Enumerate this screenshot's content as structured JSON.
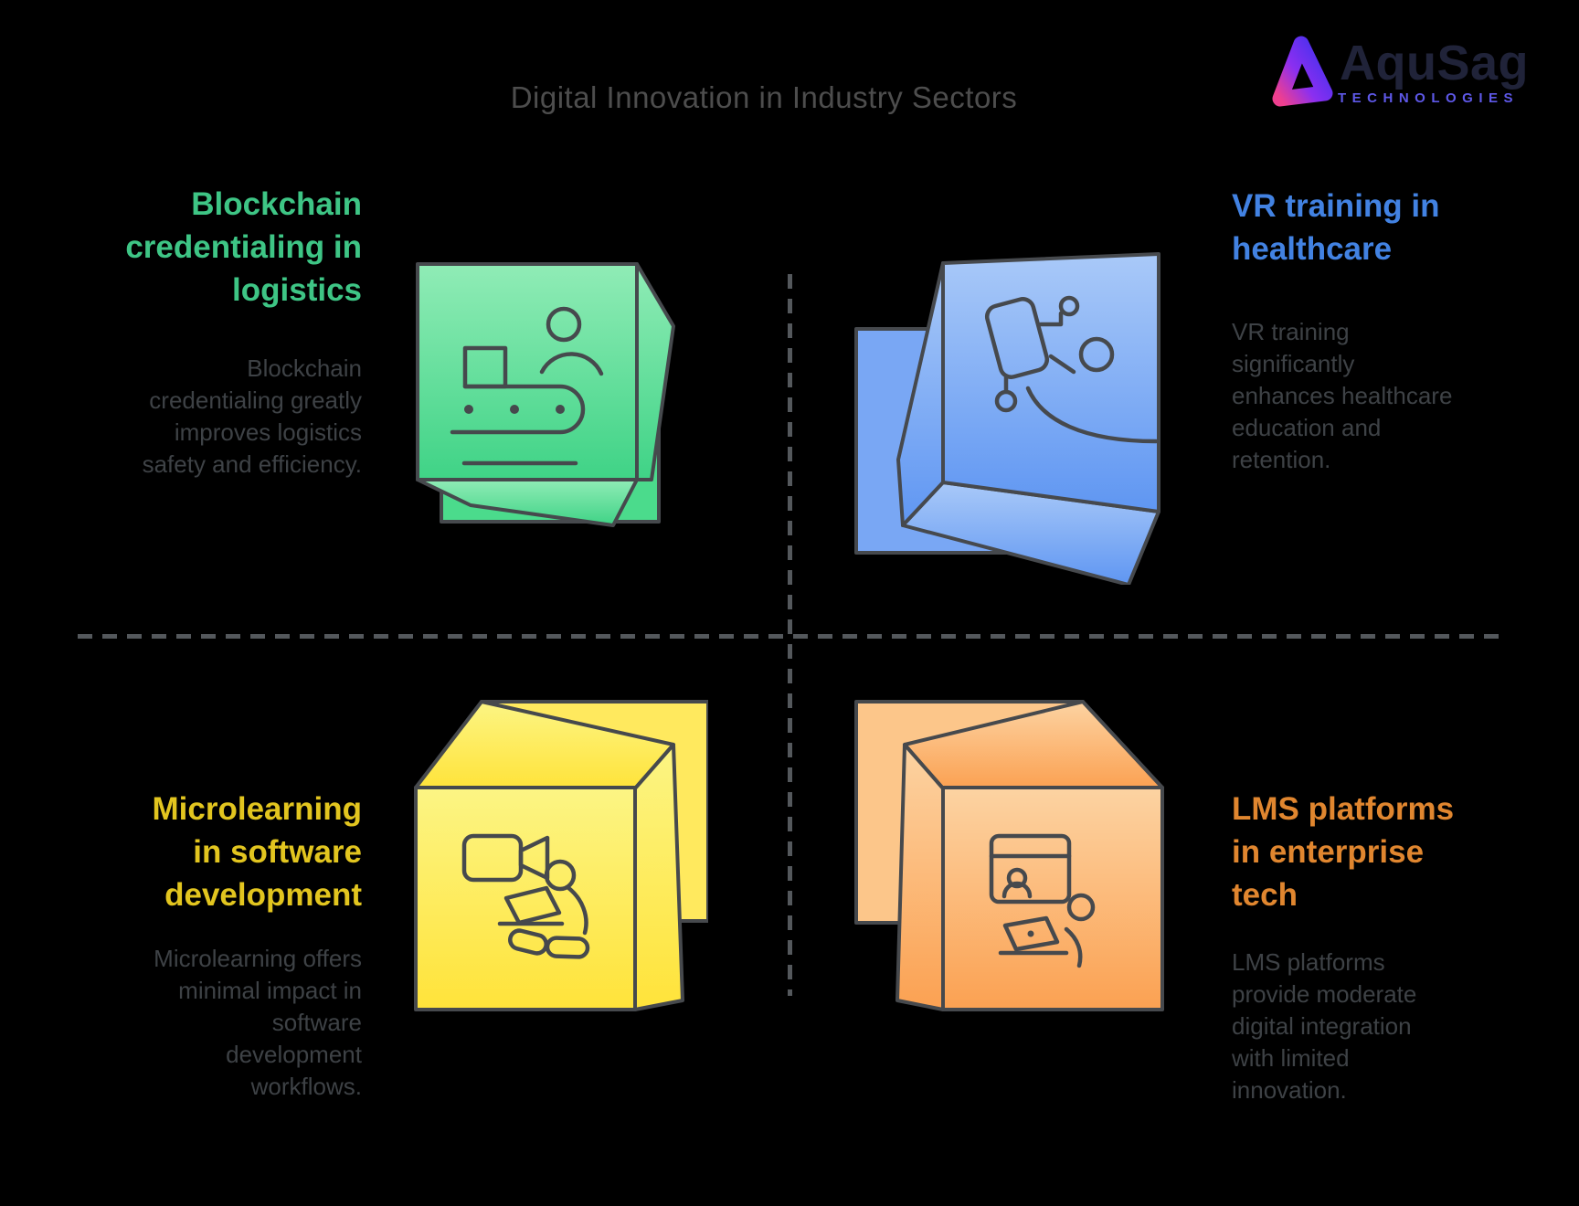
{
  "title": "Digital Innovation in Industry Sectors",
  "title_color": "#4d4d4d",
  "logo": {
    "name": "AquSag",
    "tagline": "TECHNOLOGIES",
    "name_color": "#202339",
    "tagline_color": "#5e58e8",
    "icon": "aqusag-a-icon",
    "icon_gradient": [
      "#ef3f8f",
      "#8b2ff0",
      "#4630ee"
    ]
  },
  "divider_color": "#54585c",
  "body_text_color": "#3e4246",
  "stroke_color": "#46494d",
  "quadrants": [
    {
      "id": "top-left",
      "heading": "Blockchain\ncredentialing in\nlogistics",
      "heading_color": "#3ec585",
      "body": "Blockchain\ncredentialing greatly\nimproves logistics\nsafety and efficiency.",
      "icon": "conveyor-person-icon",
      "cube_colors": {
        "light": "#90ecb6",
        "dark": "#3fd386",
        "back": "#4bdb8c"
      }
    },
    {
      "id": "top-right",
      "heading": "VR training in\nhealthcare",
      "heading_color": "#4282e2",
      "body": "VR training\nsignificantly\nenhances healthcare\neducation and\nretention.",
      "icon": "vr-headset-person-icon",
      "cube_colors": {
        "light": "#a9c9f8",
        "dark": "#5f96f2",
        "back": "#79a7f4"
      }
    },
    {
      "id": "bottom-left",
      "heading": "Microlearning\nin software\ndevelopment",
      "heading_color": "#e2c51f",
      "body": "Microlearning offers\nminimal impact in\nsoftware\ndevelopment\nworkflows.",
      "icon": "video-learning-person-icon",
      "cube_colors": {
        "light": "#fcf584",
        "dark": "#ffe33a",
        "back": "#ffe95e"
      }
    },
    {
      "id": "bottom-right",
      "heading": "LMS platforms\nin enterprise\ntech",
      "heading_color": "#e0862f",
      "body": "LMS platforms\nprovide moderate\ndigital integration\nwith limited\ninnovation.",
      "icon": "lms-window-person-icon",
      "cube_colors": {
        "light": "#fcd3a2",
        "dark": "#fba152",
        "back": "#fcc68a"
      }
    }
  ]
}
